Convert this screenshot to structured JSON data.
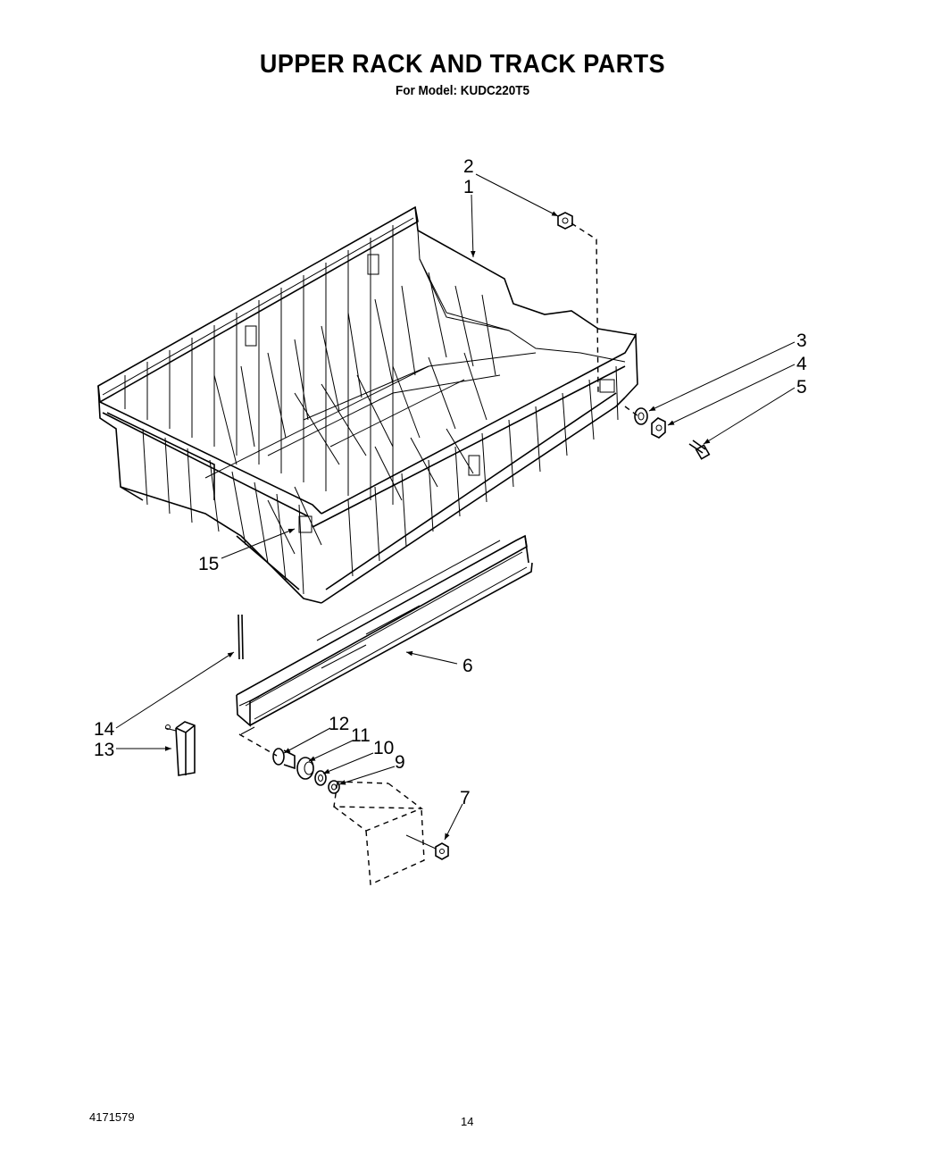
{
  "header": {
    "title": "UPPER RACK AND TRACK PARTS",
    "subtitle": "For Model: KUDC220T5"
  },
  "footer": {
    "doc_number": "4171579",
    "page_number": "14"
  },
  "callouts": {
    "c1": "1",
    "c2": "2",
    "c3": "3",
    "c4": "4",
    "c5": "5",
    "c6": "6",
    "c7": "7",
    "c9": "9",
    "c10": "10",
    "c11": "11",
    "c12": "12",
    "c13": "13",
    "c14": "14",
    "c15": "15"
  }
}
